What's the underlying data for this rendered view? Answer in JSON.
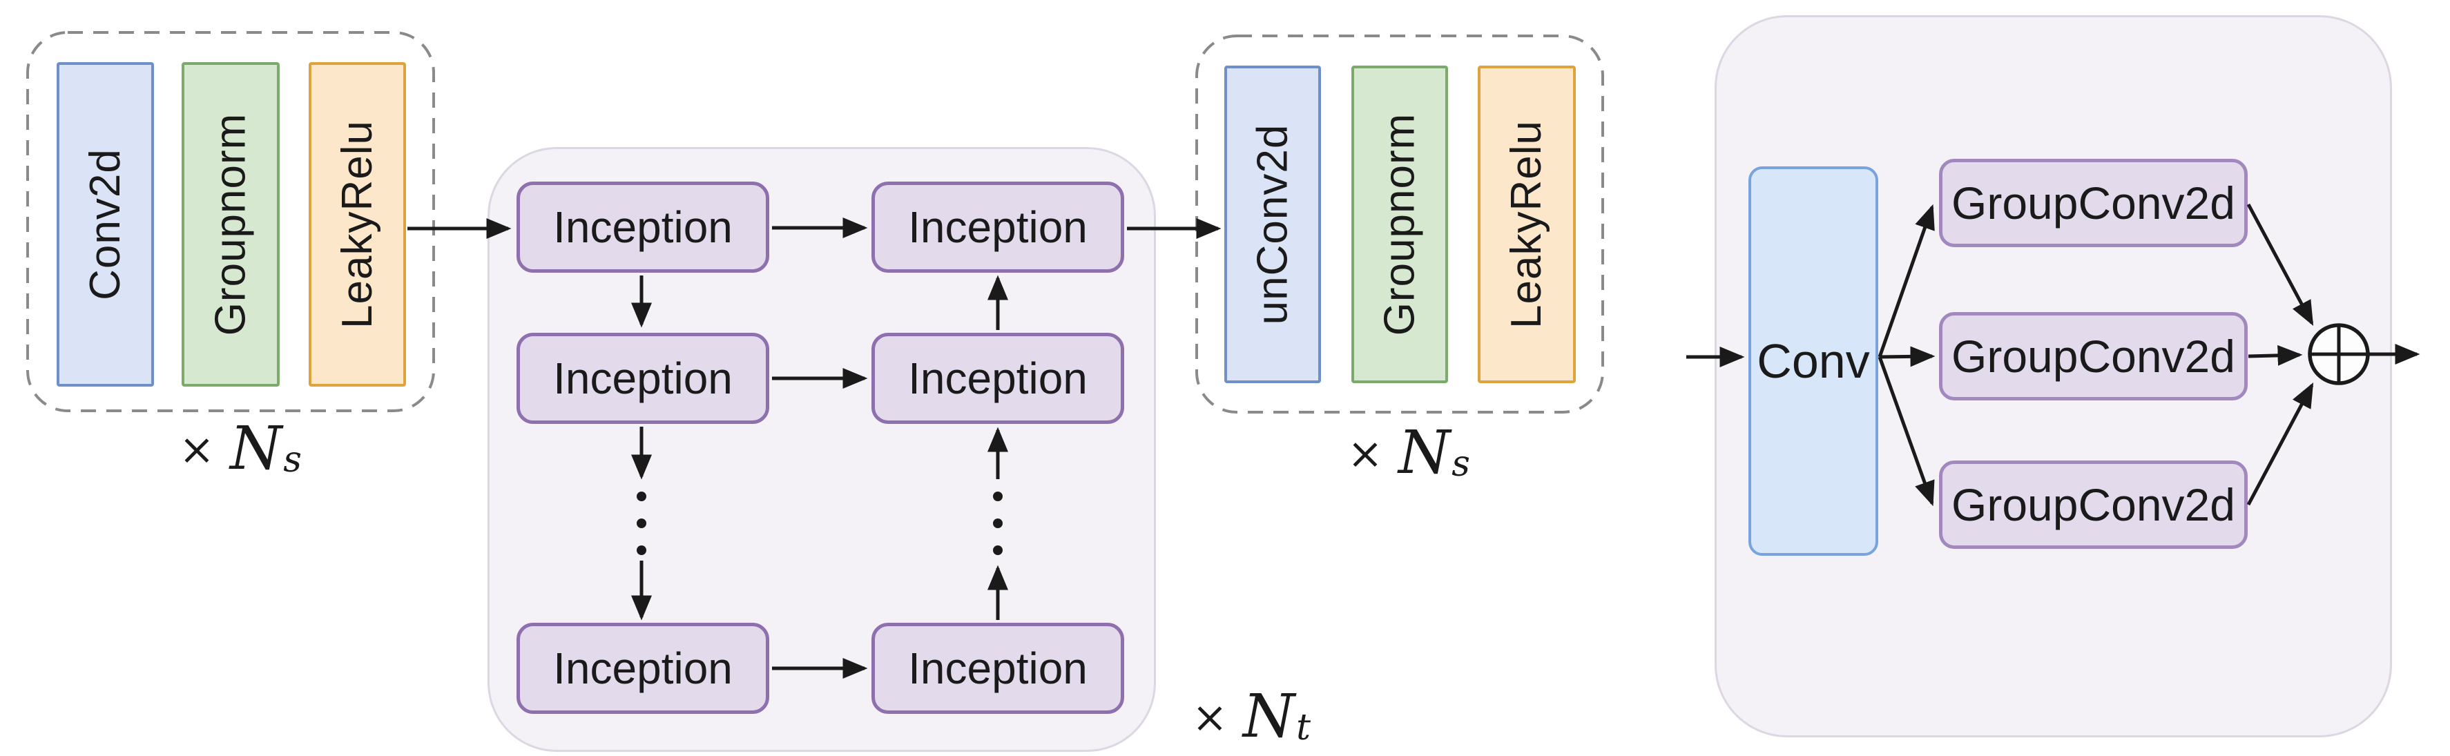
{
  "colors": {
    "blue_fill": "#dbe4f6",
    "blue_border": "#6e8fc7",
    "blue2_fill": "#d8e6fa",
    "blue2_border": "#79a3dc",
    "green_fill": "#d7e8d1",
    "green_border": "#7ca96c",
    "orange_fill": "#fde7cb",
    "orange_border": "#dfa33e",
    "purple_fill": "#e3dbeb",
    "purple_border": "#8f70ae",
    "purple2_border": "#a189be",
    "container_fill": "#f4f2f7",
    "container_border": "#dcd7e3",
    "dashed_border": "#8a8a8a",
    "arrow_color": "#1a1a1a"
  },
  "figure": {
    "encoder_block": {
      "layers": [
        "Conv2d",
        "Groupnorm",
        "LeakyRelu"
      ],
      "multiplier": {
        "times": "×",
        "base": "N",
        "subscript": "s"
      }
    },
    "inception_grid": {
      "box_label": "Inception",
      "multiplier": {
        "times": "×",
        "base": "N",
        "subscript": "t"
      }
    },
    "decoder_block": {
      "layers": [
        "unConv2d",
        "Groupnorm",
        "LeakyRelu"
      ],
      "multiplier": {
        "times": "×",
        "base": "N",
        "subscript": "s"
      }
    },
    "inception_module": {
      "conv_label": "Conv",
      "branches": [
        "GroupConv2d",
        "GroupConv2d",
        "GroupConv2d"
      ],
      "sum_symbol": "⊕"
    }
  }
}
